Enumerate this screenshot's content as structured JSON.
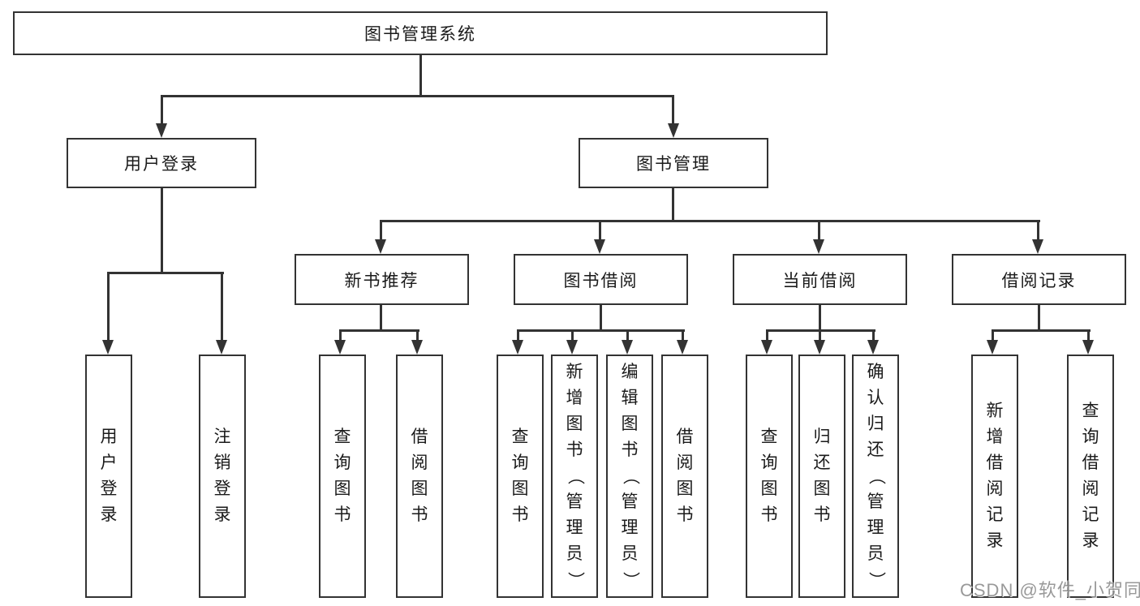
{
  "diagram": {
    "root": {
      "label": "图书管理系统"
    },
    "user_login": {
      "label": "用户登录",
      "children": [
        {
          "label": "用户登录"
        },
        {
          "label": "注销登录"
        }
      ]
    },
    "book_mgmt": {
      "label": "图书管理",
      "groups": [
        {
          "label": "新书推荐",
          "children": [
            {
              "label": "查询图书"
            },
            {
              "label": "借阅图书"
            }
          ]
        },
        {
          "label": "图书借阅",
          "children": [
            {
              "label": "查询图书"
            },
            {
              "label": "新增图书（管理员）"
            },
            {
              "label": "编辑图书（管理员）"
            },
            {
              "label": "借阅图书"
            }
          ]
        },
        {
          "label": "当前借阅",
          "children": [
            {
              "label": "查询图书"
            },
            {
              "label": "归还图书"
            },
            {
              "label": "确认归还（管理员）"
            }
          ]
        },
        {
          "label": "借阅记录",
          "children": [
            {
              "label": "新增借阅记录"
            },
            {
              "label": "查询借阅记录"
            }
          ]
        }
      ]
    }
  },
  "watermark": {
    "text": "CSDN @软件_小贺同学"
  },
  "colors": {
    "line": "#333333",
    "box_border": "#333333",
    "text": "#1a1a1a",
    "background": "#ffffff",
    "watermark": "#8f8f8f"
  }
}
